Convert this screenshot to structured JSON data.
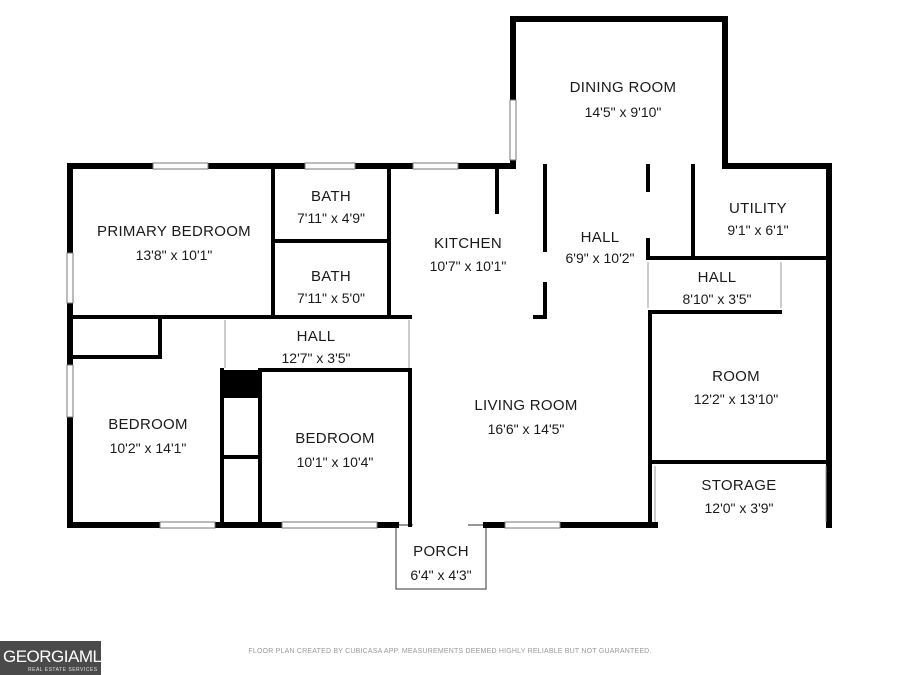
{
  "rooms": {
    "dining_room": {
      "name": "DINING ROOM",
      "dim": "14'5\" x 9'10\""
    },
    "primary_bedroom": {
      "name": "PRIMARY BEDROOM",
      "dim": "13'8\" x 10'1\""
    },
    "bath_1": {
      "name": "BATH",
      "dim": "7'11\" x 4'9\""
    },
    "bath_2": {
      "name": "BATH",
      "dim": "7'11\" x 5'0\""
    },
    "kitchen": {
      "name": "KITCHEN",
      "dim": "10'7\" x 10'1\""
    },
    "hall_center": {
      "name": "HALL",
      "dim": "6'9\" x 10'2\""
    },
    "utility": {
      "name": "UTILITY",
      "dim": "9'1\" x 6'1\""
    },
    "hall_right": {
      "name": "HALL",
      "dim": "8'10\" x 3'5\""
    },
    "hall_left": {
      "name": "HALL",
      "dim": "12'7\" x 3'5\""
    },
    "room": {
      "name": "ROOM",
      "dim": "12'2\" x 13'10\""
    },
    "bedroom_1": {
      "name": "BEDROOM",
      "dim": "10'2\" x 14'1\""
    },
    "bedroom_2": {
      "name": "BEDROOM",
      "dim": "10'1\" x 10'4\""
    },
    "living_room": {
      "name": "LIVING ROOM",
      "dim": "16'6\" x 14'5\""
    },
    "storage": {
      "name": "STORAGE",
      "dim": "12'0\" x 3'9\""
    },
    "porch": {
      "name": "PORCH",
      "dim": "6'4\" x 4'3\""
    }
  },
  "disclaimer": "FLOOR PLAN CREATED BY CUBICASA APP. MEASUREMENTS DEEMED HIGHLY RELIABLE BUT NOT GUARANTEED.",
  "logo": {
    "text": "GEORGIAMLS",
    "subtext": "REAL ESTATE SERVICES"
  },
  "colors": {
    "wall": "#000000",
    "background": "#ffffff",
    "logo_bg": "#4a4a4a"
  }
}
